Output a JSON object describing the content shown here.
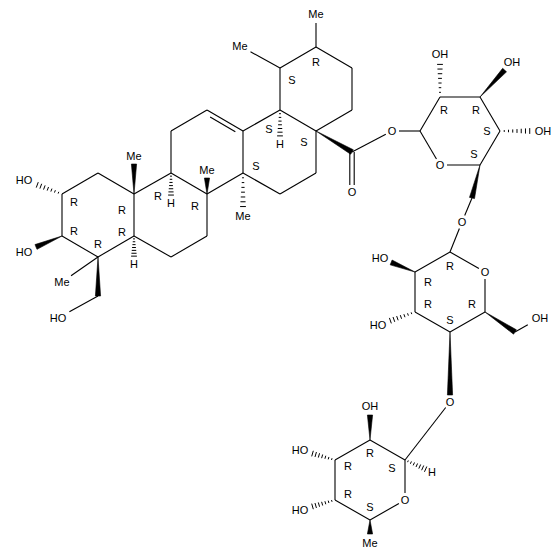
{
  "diagram": {
    "labels": [
      "Me",
      "Me",
      "S",
      "R",
      "S",
      "S",
      "H",
      "S",
      "R",
      "Me",
      "Me",
      "R",
      "H",
      "R",
      "Me",
      "R",
      "H",
      "R",
      "R",
      "R",
      "HO",
      "HO",
      "Me",
      "HO",
      "O",
      "O",
      "OH",
      "OH",
      "R",
      "R",
      "S",
      "OH",
      "S",
      "O",
      "O",
      "HO",
      "R",
      "R",
      "O",
      "HO",
      "R",
      "S",
      "R",
      "OH",
      "O",
      "OH",
      "HO",
      "R",
      "R",
      "S",
      "H",
      "HO",
      "R",
      "S",
      "O",
      "Me"
    ]
  }
}
